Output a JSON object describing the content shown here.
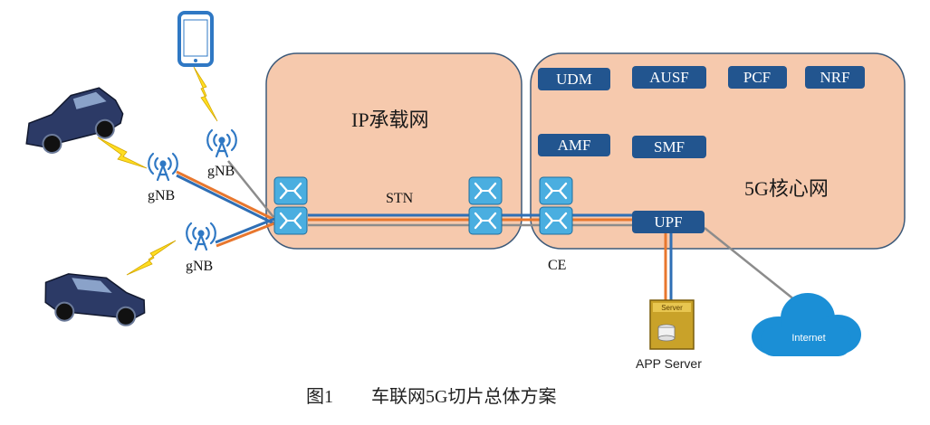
{
  "regions": {
    "ip_bearer": {
      "label": "IP承载网"
    },
    "core": {
      "label": "5G核心网"
    }
  },
  "network_functions": {
    "udm": "UDM",
    "ausf": "AUSF",
    "pcf": "PCF",
    "nrf": "NRF",
    "amf": "AMF",
    "smf": "SMF",
    "upf": "UPF"
  },
  "labels": {
    "stn": "STN",
    "ce": "CE",
    "gnb_top": "gNB",
    "gnb_mid": "gNB",
    "gnb_low": "gNB",
    "app_server": "APP Server",
    "server_badge": "Server",
    "internet": "Internet"
  },
  "caption": {
    "figure_number": "图1",
    "title": "车联网5G切片总体方案"
  },
  "colors": {
    "region_fill": "#f6c9ad",
    "region_stroke": "#3d5a7a",
    "nf_fill": "#22558f",
    "switch_fill": "#4aaee0",
    "link_orange": "#e8772e",
    "link_blue": "#2f6fb5",
    "link_gray": "#8c8c8c",
    "lightning": "#ffdd22",
    "cloud": "#1b8fd6",
    "car": "#2c3a66"
  },
  "icons": [
    "car-icon",
    "phone-icon",
    "antenna-icon",
    "switch-icon",
    "server-icon",
    "cloud-icon",
    "lightning-icon"
  ]
}
